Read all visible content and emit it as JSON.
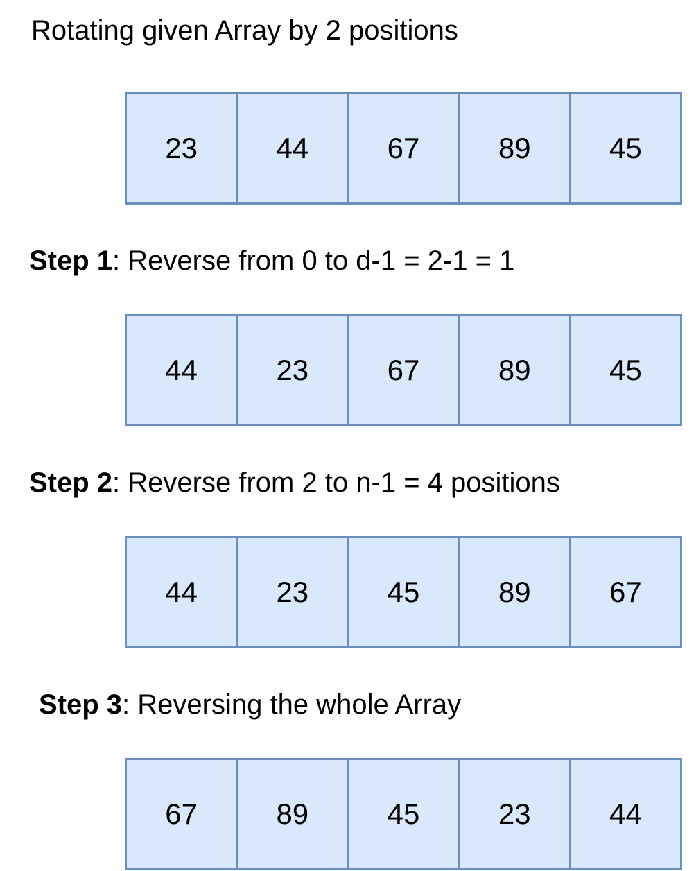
{
  "title": "Rotating given Array by 2 positions",
  "steps": [
    {
      "label": "Step 1",
      "text": ": Reverse from 0 to d-1 = 2-1 = 1"
    },
    {
      "label": "Step 2",
      "text": ": Reverse from 2 to n-1 = 4 positions"
    },
    {
      "label": "Step 3",
      "text": ": Reversing the whole Array"
    }
  ],
  "arrays": [
    [
      "23",
      "44",
      "67",
      "89",
      "45"
    ],
    [
      "44",
      "23",
      "67",
      "89",
      "45"
    ],
    [
      "44",
      "23",
      "45",
      "89",
      "67"
    ],
    [
      "67",
      "89",
      "45",
      "23",
      "44"
    ]
  ],
  "colors": {
    "cell_fill": "#dae8fc",
    "cell_border": "#6c8ebf"
  }
}
